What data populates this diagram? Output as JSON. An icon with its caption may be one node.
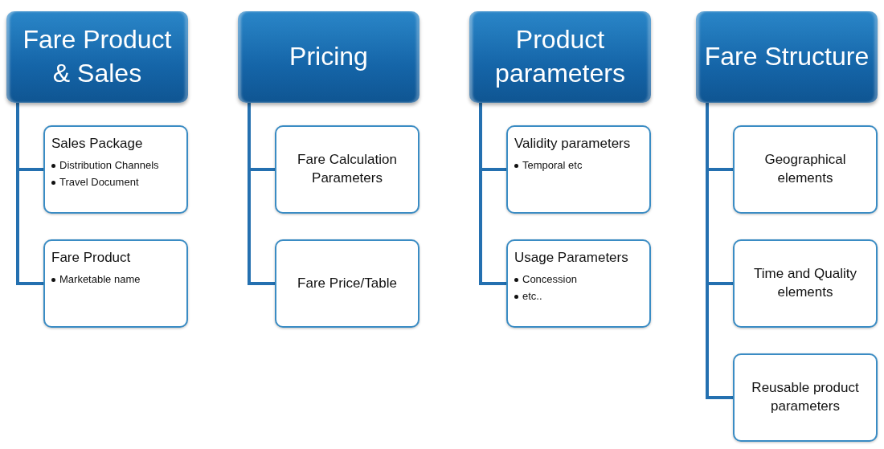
{
  "diagram": {
    "nodes": [
      {
        "text": [
          "Fare Product & Sales"
        ]
      },
      {
        "text": [
          "Sales Package",
          "Distribution Channels",
          "Travel Document"
        ]
      },
      {
        "text": [
          "Fare Product",
          "Marketable name"
        ]
      },
      {
        "text": [
          "Pricing"
        ]
      },
      {
        "text": [
          "Fare Calculation Parameters"
        ]
      },
      {
        "text": [
          "Fare Price/Table"
        ]
      },
      {
        "text": [
          "Product parameters"
        ]
      },
      {
        "text": [
          "Validity parameters",
          "Temporal etc"
        ]
      },
      {
        "text": [
          "Usage Parameters",
          "Concession",
          "etc.."
        ]
      },
      {
        "text": [
          "Fare Structure"
        ]
      },
      {
        "text": [
          "Geographical elements"
        ]
      },
      {
        "text": [
          "Time and Quality elements"
        ]
      },
      {
        "text": [
          "Reusable product parameters"
        ]
      }
    ],
    "edges": [
      {
        "from": 0,
        "to": 1,
        "arrow": "none"
      },
      {
        "from": 0,
        "to": 2,
        "arrow": "none"
      },
      {
        "from": 3,
        "to": 4,
        "arrow": "none"
      },
      {
        "from": 3,
        "to": 5,
        "arrow": "none"
      },
      {
        "from": 6,
        "to": 7,
        "arrow": "none"
      },
      {
        "from": 6,
        "to": 8,
        "arrow": "none"
      },
      {
        "from": 9,
        "to": 10,
        "arrow": "none"
      },
      {
        "from": 9,
        "to": 11,
        "arrow": "none"
      },
      {
        "from": 9,
        "to": 12,
        "arrow": "none"
      }
    ]
  }
}
